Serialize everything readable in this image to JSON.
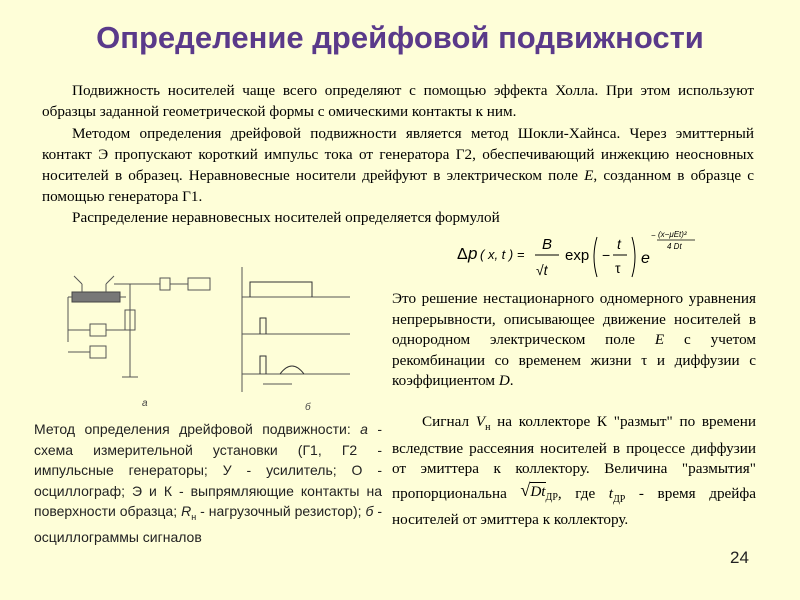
{
  "title": "Определение дрейфовой подвижности",
  "paragraphs": {
    "p1": "Подвижность носителей чаще всего определяют с помощью эффекта Холла. При этом используют образцы заданной геометрической формы с омическими контакты к ним.",
    "p2a": "Методом определения дрейфовой подвижности является метод Шокли-Хайнса. Через эмиттерный контакт Э пропускают короткий импульс тока от генератора Г2, обеспечивающий инжекцию неосновных носителей в образец. Неравновесные носители дрейфуют в электрическом поле ",
    "p2_E": "E",
    "p2b": ", созданном в образце с помощью генератора Г1.",
    "p3": "Распределение неравновесных носителей определяется формулой"
  },
  "formula": {
    "delta": "Δ",
    "p": "p",
    "args": "( x, t ) =",
    "B": "B",
    "sqrt_t": "√t",
    "exp": "exp",
    "minus": "−",
    "t": "t",
    "tau": "τ",
    "e": "e",
    "exponent_num": "(x−μEt)²",
    "exponent_den": "4 Dt",
    "exponent_minus": "−"
  },
  "right_text": {
    "r1a": "Это решение нестационарного одномерного уравнения непрерывности, описывающее движение носителей в однородном электрическом поле ",
    "r1_E": "E",
    "r1b": " с учетом рекомбинации со временем жизни τ и диффузии с коэффициентом ",
    "r1_D": "D",
    "r1c": ".",
    "r2a": "Сигнал ",
    "r2_V": "V",
    "r2_sub": "н",
    "r2b": " на коллекторе К \"размыт\" по времени вследствие рассеяния носителей в процессе диффузии от эмиттера к коллектору. Величина \"размытия\" пропорциональна ",
    "r2_sqrt": "Dt",
    "r2_sqrt_sub": "ДР",
    "r2c": ", где ",
    "r2_t": "t",
    "r2_t_sub": "ДР",
    "r2d": " - время дрейфа носителей от эмиттера к коллектору."
  },
  "caption": {
    "c1": "Метод определения дрейфовой подвижности: ",
    "c_a": "а",
    "c2": " - схема измерительной установки (Г1, Г2 - импульсные генераторы; У - усилитель; О - осциллограф; Э и К - выпрямляющие контакты на поверхности образца; ",
    "c_R": "R",
    "c_R_sub": "н",
    "c3": " - нагрузочный резистор); ",
    "c_b": "б",
    "c4": " - осциллограммы сигналов"
  },
  "figure": {
    "label_a": "а",
    "label_b": "б"
  },
  "page_number": "24"
}
